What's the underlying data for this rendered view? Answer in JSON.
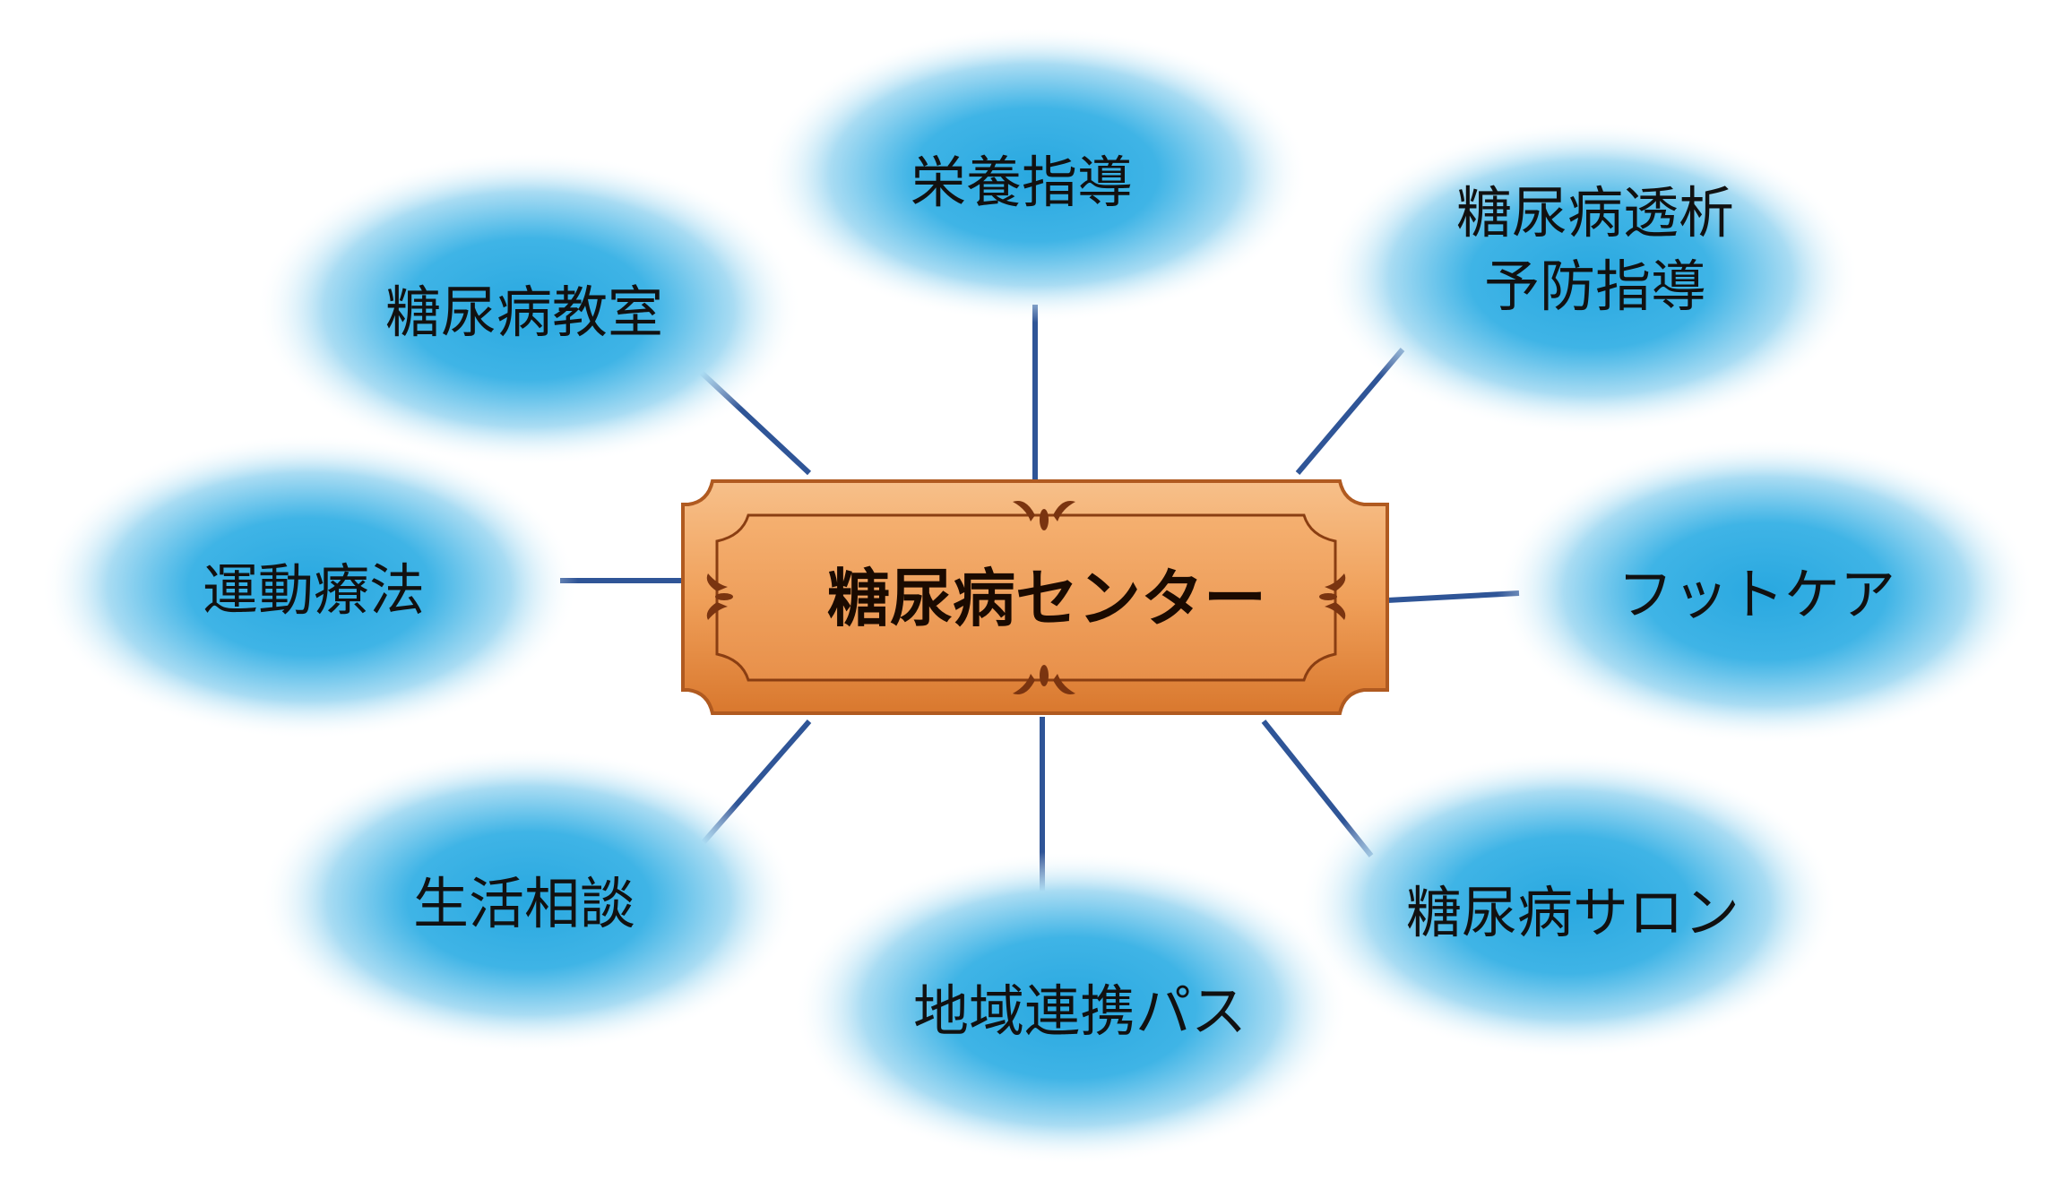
{
  "center": {
    "label": "糖尿病センター",
    "colors": {
      "fill": "#f0a05a",
      "border": "#b05a20"
    }
  },
  "nodes": [
    {
      "id": "nutrition",
      "lines": [
        "栄養指導"
      ]
    },
    {
      "id": "classroom",
      "lines": [
        "糖尿病教室"
      ]
    },
    {
      "id": "dialysis",
      "lines": [
        "糖尿病透析",
        "予防指導"
      ]
    },
    {
      "id": "exercise",
      "lines": [
        "運動療法"
      ]
    },
    {
      "id": "footcare",
      "lines": [
        "フットケア"
      ]
    },
    {
      "id": "lifestyle",
      "lines": [
        "生活相談"
      ]
    },
    {
      "id": "regional",
      "lines": [
        "地域連携パス"
      ]
    },
    {
      "id": "salon",
      "lines": [
        "糖尿病サロン"
      ]
    }
  ],
  "colors": {
    "bubble_core": "#29a8e0",
    "bubble_edge": "#ffffff",
    "connector": "#2f5597"
  }
}
